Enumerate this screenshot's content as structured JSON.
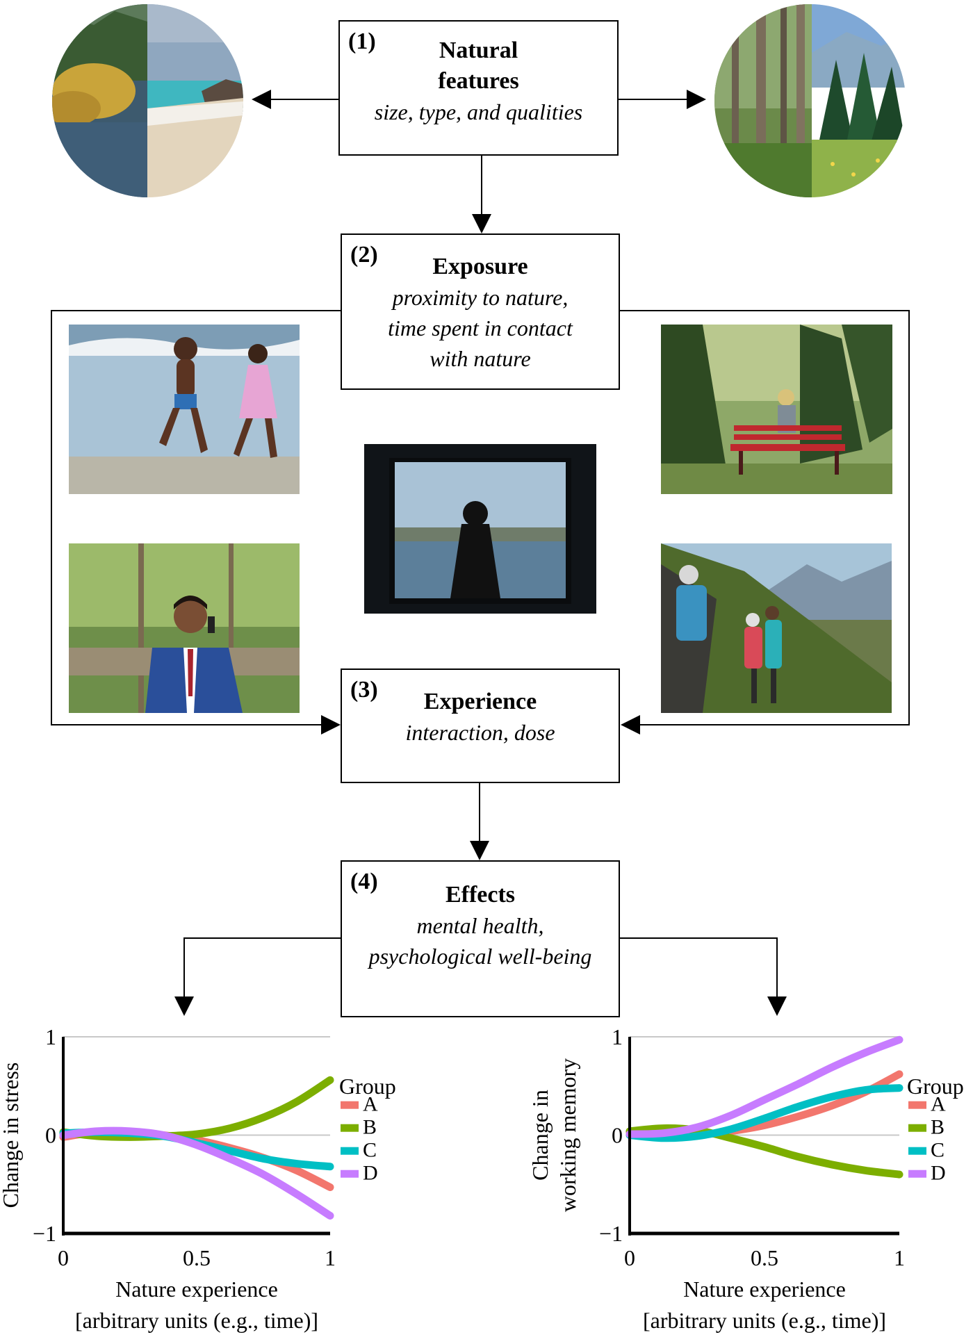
{
  "boxes": {
    "b1": {
      "number": "(1)",
      "title_l1": "Natural",
      "title_l2": "features",
      "subtitle": "size, type, and qualities"
    },
    "b2": {
      "number": "(2)",
      "title": "Exposure",
      "sub_l1": "proximity to nature,",
      "sub_l2": "time spent in contact",
      "sub_l3": "with nature"
    },
    "b3": {
      "number": "(3)",
      "title": "Experience",
      "subtitle": "interaction, dose"
    },
    "b4": {
      "number": "(4)",
      "title": "Effects",
      "sub_l1": "mental health,",
      "sub_l2": "psychological well-being"
    }
  },
  "photos": {
    "lake_beach": "lake-and-beach-photo",
    "forest_meadow": "forest-and-meadow-photo",
    "children_beach": "children-playing-on-beach-photo",
    "bench_park": "woman-on-red-bench-photo",
    "window_view": "woman-at-window-photo",
    "man_phone": "man-on-phone-in-park-photo",
    "hikers": "hikers-on-mountain-trail-photo"
  },
  "chart_data": [
    {
      "type": "line",
      "ylabel": "Change in  stress",
      "xlabel_l1": "Nature experience",
      "xlabel_l2": "[arbitrary units (e.g., time)]",
      "xlim": [
        0,
        1
      ],
      "ylim": [
        -1,
        1
      ],
      "xticks": [
        "0",
        "0.5",
        "1"
      ],
      "yticks": [
        "−1",
        "0",
        "1"
      ],
      "legend_title": "Group",
      "legend_position": "right",
      "x": [
        0,
        0.125,
        0.25,
        0.375,
        0.5,
        0.625,
        0.75,
        0.875,
        1
      ],
      "series": [
        {
          "name": "A",
          "color": "#f2766d",
          "values": [
            -0.02,
            0.03,
            0.03,
            0.0,
            -0.05,
            -0.13,
            -0.23,
            -0.36,
            -0.53
          ]
        },
        {
          "name": "B",
          "color": "#7cae00",
          "values": [
            0.03,
            -0.01,
            -0.02,
            -0.01,
            0.01,
            0.07,
            0.18,
            0.34,
            0.56
          ]
        },
        {
          "name": "C",
          "color": "#00bfc4",
          "values": [
            0.02,
            0.03,
            0.02,
            -0.01,
            -0.08,
            -0.16,
            -0.24,
            -0.29,
            -0.32
          ]
        },
        {
          "name": "D",
          "color": "#c77cff",
          "values": [
            0.0,
            0.04,
            0.04,
            0.0,
            -0.1,
            -0.24,
            -0.4,
            -0.6,
            -0.82
          ]
        }
      ]
    },
    {
      "type": "line",
      "ylabel_l1": "Change in",
      "ylabel_l2": "working memory",
      "xlabel_l1": "Nature experience",
      "xlabel_l2": "[arbitrary units (e.g., time)]",
      "xlim": [
        0,
        1
      ],
      "ylim": [
        -1,
        1
      ],
      "xticks": [
        "0",
        "0.5",
        "1"
      ],
      "yticks": [
        "−1",
        "0",
        "1"
      ],
      "legend_title": "Group",
      "legend_position": "right",
      "x": [
        0,
        0.125,
        0.25,
        0.375,
        0.5,
        0.625,
        0.75,
        0.875,
        1
      ],
      "series": [
        {
          "name": "A",
          "color": "#f2766d",
          "values": [
            0.03,
            0.0,
            0.0,
            0.04,
            0.1,
            0.19,
            0.3,
            0.44,
            0.62
          ]
        },
        {
          "name": "B",
          "color": "#7cae00",
          "values": [
            0.04,
            0.07,
            0.05,
            -0.03,
            -0.12,
            -0.22,
            -0.3,
            -0.36,
            -0.4
          ]
        },
        {
          "name": "C",
          "color": "#00bfc4",
          "values": [
            0.0,
            -0.03,
            -0.01,
            0.06,
            0.17,
            0.29,
            0.39,
            0.46,
            0.48
          ]
        },
        {
          "name": "D",
          "color": "#c77cff",
          "values": [
            0.01,
            0.02,
            0.08,
            0.2,
            0.36,
            0.52,
            0.69,
            0.84,
            0.97
          ]
        }
      ]
    }
  ]
}
